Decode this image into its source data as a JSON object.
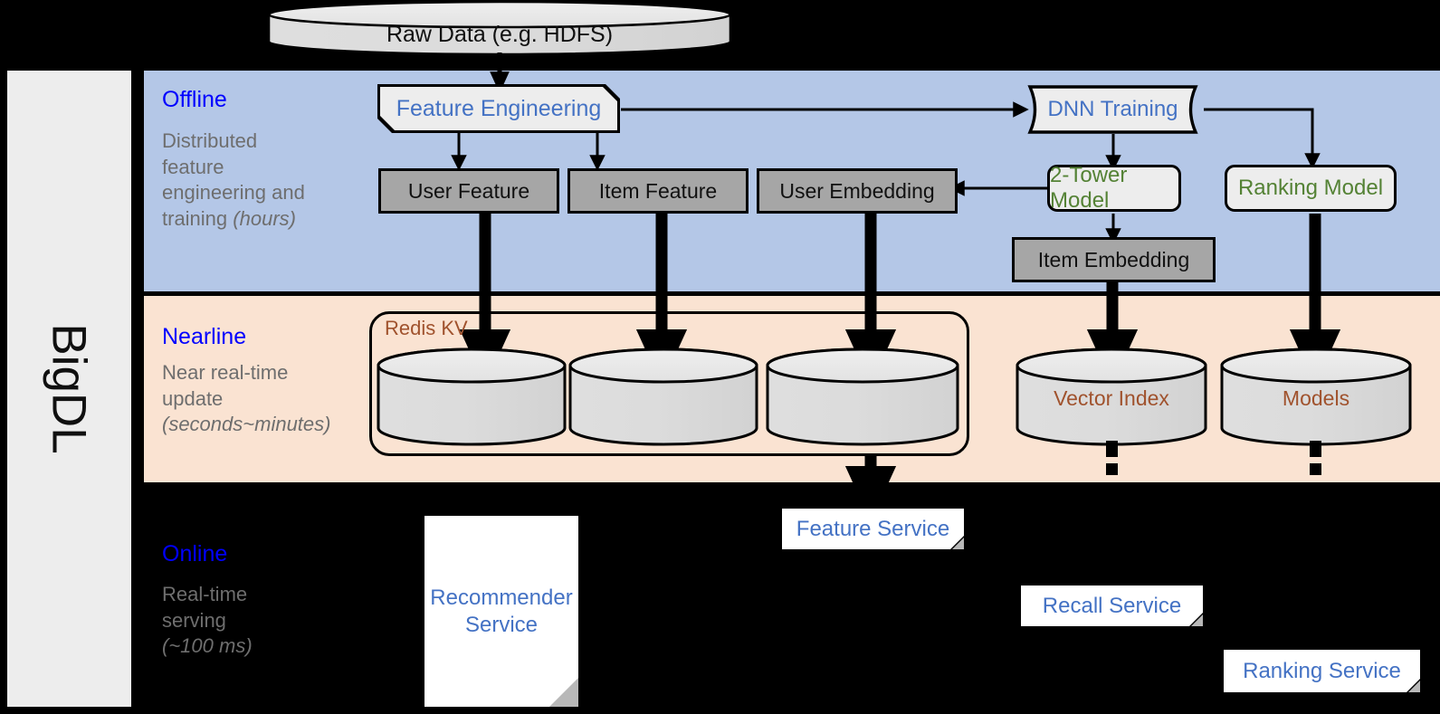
{
  "framework": {
    "name": "BigDL"
  },
  "top": {
    "raw_data": {
      "label": "Raw Data (e.g. HDFS)",
      "shape": "cylinder"
    }
  },
  "bands": [
    {
      "id": "offline",
      "title": "Offline",
      "subtitle_line1": "Distributed",
      "subtitle_line2": "feature",
      "subtitle_line3": "engineering and",
      "subtitle_line4": "training ",
      "subtitle_italic": "(hours)",
      "bg_color": "#B4C7E7",
      "title_color": "#0000FF"
    },
    {
      "id": "nearline",
      "title": "Nearline",
      "subtitle_line1": "Near real-time",
      "subtitle_line2": "update",
      "subtitle_italic": "(seconds~minutes)",
      "bg_color": "#FAE3D2",
      "title_color": "#0000FF"
    },
    {
      "id": "online",
      "title": "Online",
      "subtitle_line1": "Real-time",
      "subtitle_line2": "serving",
      "subtitle_italic": "(~100 ms)",
      "bg_color": "#000000",
      "title_color": "#0000FF"
    }
  ],
  "offline_nodes": {
    "feature_engineering": {
      "label": "Feature Engineering",
      "text_color": "#4472C4",
      "shape": "flag"
    },
    "dnn_training": {
      "label": "DNN Training",
      "text_color": "#4472C4",
      "shape": "predefined-process"
    },
    "user_feature": {
      "label": "User Feature",
      "text_color": "#111111",
      "shape": "rect-gray"
    },
    "item_feature": {
      "label": "Item Feature",
      "text_color": "#111111",
      "shape": "rect-gray"
    },
    "user_embedding": {
      "label": "User Embedding",
      "text_color": "#111111",
      "shape": "rect-gray"
    },
    "item_embedding": {
      "label": "Item Embedding",
      "text_color": "#111111",
      "shape": "rect-gray"
    },
    "two_tower_model": {
      "label": "2-Tower Model",
      "text_color": "#548235",
      "shape": "rounded-rect"
    },
    "ranking_model": {
      "label": "Ranking Model",
      "text_color": "#548235",
      "shape": "rounded-rect"
    }
  },
  "nearline_nodes": {
    "redis_kv": {
      "label": "Redis KV",
      "text_color": "#A0522D"
    },
    "store_1": {
      "label": "",
      "shape": "cylinder"
    },
    "store_2": {
      "label": "",
      "shape": "cylinder"
    },
    "store_3": {
      "label": "",
      "shape": "cylinder"
    },
    "vector_index": {
      "label": "Vector Index",
      "text_color": "#A0522D",
      "shape": "cylinder"
    },
    "models": {
      "label": "Models",
      "text_color": "#A0522D",
      "shape": "cylinder"
    }
  },
  "online_nodes": {
    "recommender_service": {
      "label": "Recommender Service",
      "line1": "Recommender",
      "line2": "Service",
      "text_color": "#4472C4",
      "shape": "note"
    },
    "feature_service": {
      "label": "Feature Service",
      "text_color": "#4472C4",
      "shape": "note"
    },
    "recall_service": {
      "label": "Recall Service",
      "text_color": "#4472C4",
      "shape": "note"
    },
    "ranking_service": {
      "label": "Ranking Service",
      "text_color": "#4472C4",
      "shape": "note"
    }
  },
  "colors": {
    "offline_bg": "#B4C7E7",
    "nearline_bg": "#FAE3D2",
    "online_bg": "#000000",
    "rail_bg": "#EDEDED",
    "gray_node": "#A6A6A6",
    "light_node": "#EDEDED",
    "cylinder_fill": "#D9D9D9",
    "accent_blue": "#0000FF",
    "node_blue": "#4472C4",
    "node_green": "#548235",
    "node_brown": "#A0522D"
  }
}
